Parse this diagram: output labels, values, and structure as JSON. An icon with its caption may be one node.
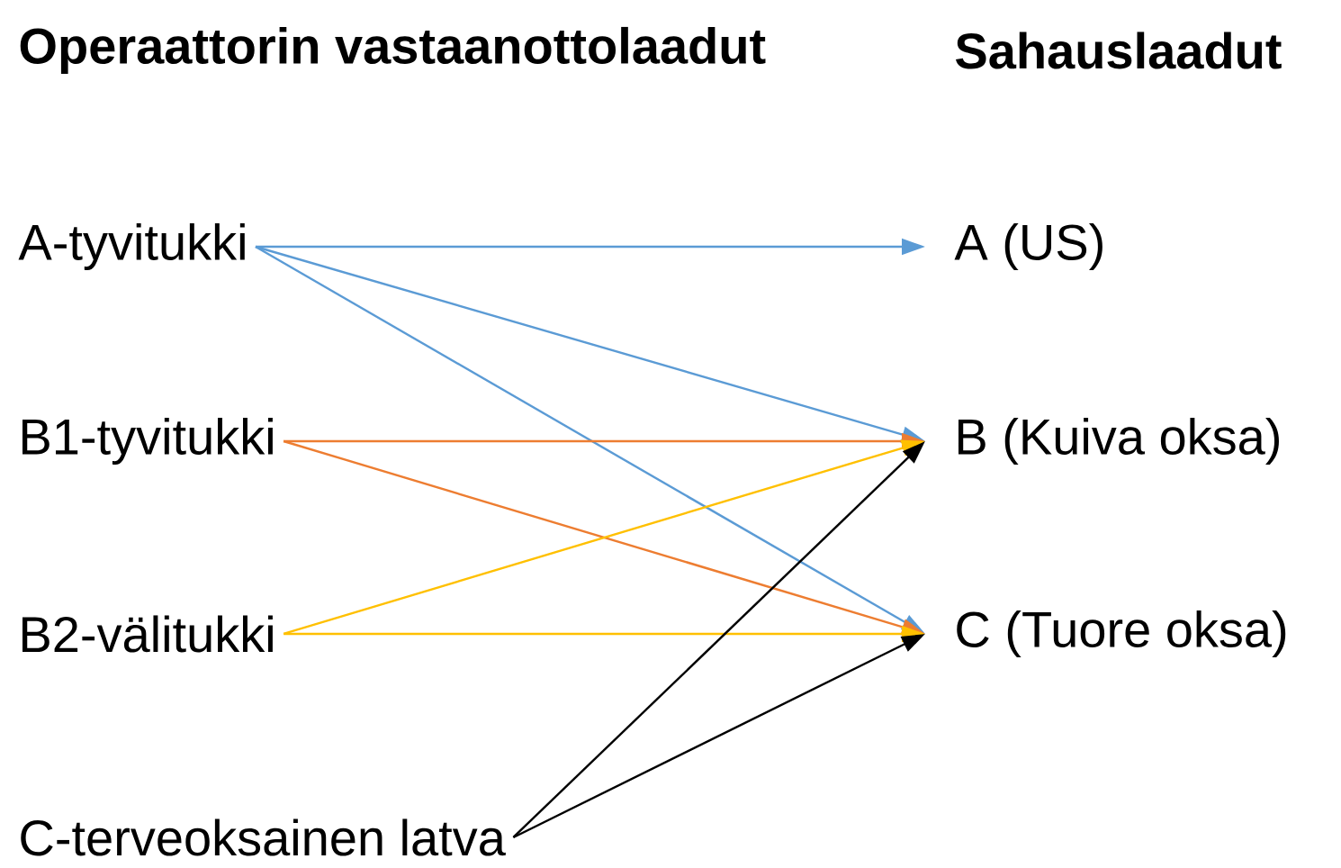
{
  "diagram": {
    "nodes": [
      {
        "text": [
          "A-tyvitukki"
        ]
      },
      {
        "text": [
          "B1-tyvitukki"
        ]
      },
      {
        "text": [
          "B2-välitukki"
        ]
      },
      {
        "text": [
          "C-terveoksainen latva"
        ]
      },
      {
        "text": [
          "A (US)"
        ]
      },
      {
        "text": [
          "B (Kuiva oksa)"
        ]
      },
      {
        "text": [
          "C (Tuore oksa)"
        ]
      }
    ],
    "edges": [
      {
        "from": 0,
        "to": 4,
        "arrow": "to",
        "color": "#5b9bd5"
      },
      {
        "from": 0,
        "to": 5,
        "arrow": "to",
        "color": "#5b9bd5"
      },
      {
        "from": 0,
        "to": 6,
        "arrow": "to",
        "color": "#5b9bd5"
      },
      {
        "from": 1,
        "to": 5,
        "arrow": "to",
        "color": "#ed7d31"
      },
      {
        "from": 1,
        "to": 6,
        "arrow": "to",
        "color": "#ed7d31"
      },
      {
        "from": 2,
        "to": 5,
        "arrow": "to",
        "color": "#ffc000"
      },
      {
        "from": 2,
        "to": 6,
        "arrow": "to",
        "color": "#ffc000"
      },
      {
        "from": 3,
        "to": 5,
        "arrow": "to",
        "color": "#000000"
      },
      {
        "from": 3,
        "to": 6,
        "arrow": "to",
        "color": "#000000"
      }
    ],
    "labels": [
      "Operaattorin vastaanottolaadut",
      "Sahauslaadut"
    ]
  }
}
